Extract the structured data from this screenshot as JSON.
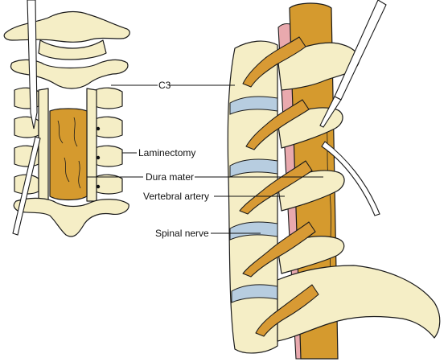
{
  "labels": {
    "c3": "C3",
    "laminectomy": "Laminectomy",
    "dura_mater": "Dura mater",
    "vertebral_artery": "Vertebral artery",
    "spinal_nerve": "Spinal nerve"
  },
  "colors": {
    "bone": "#f5eec6",
    "dura": "#d59a2e",
    "nerve": "#d89a34",
    "disc": "#b7cde0",
    "artery": "#e9a9ae"
  }
}
